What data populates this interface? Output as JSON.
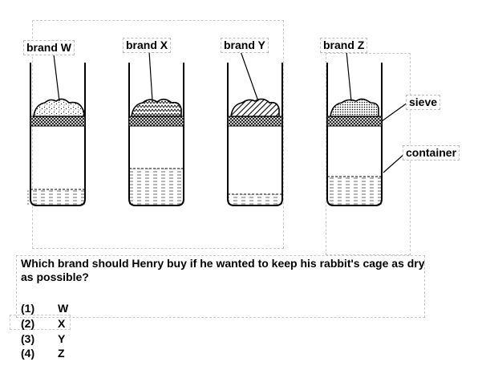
{
  "labels": {
    "brand_w": "brand W",
    "brand_x": "brand X",
    "brand_y": "brand Y",
    "brand_z": "brand Z",
    "sieve": "sieve",
    "container": "container"
  },
  "question": "Which brand should Henry buy if he wanted to keep his rabbit's cage as dry as possible?",
  "options": [
    {
      "num": "(1)",
      "value": "W"
    },
    {
      "num": "(2)",
      "value": "X"
    },
    {
      "num": "(3)",
      "value": "Y"
    },
    {
      "num": "(4)",
      "value": "Z"
    }
  ]
}
